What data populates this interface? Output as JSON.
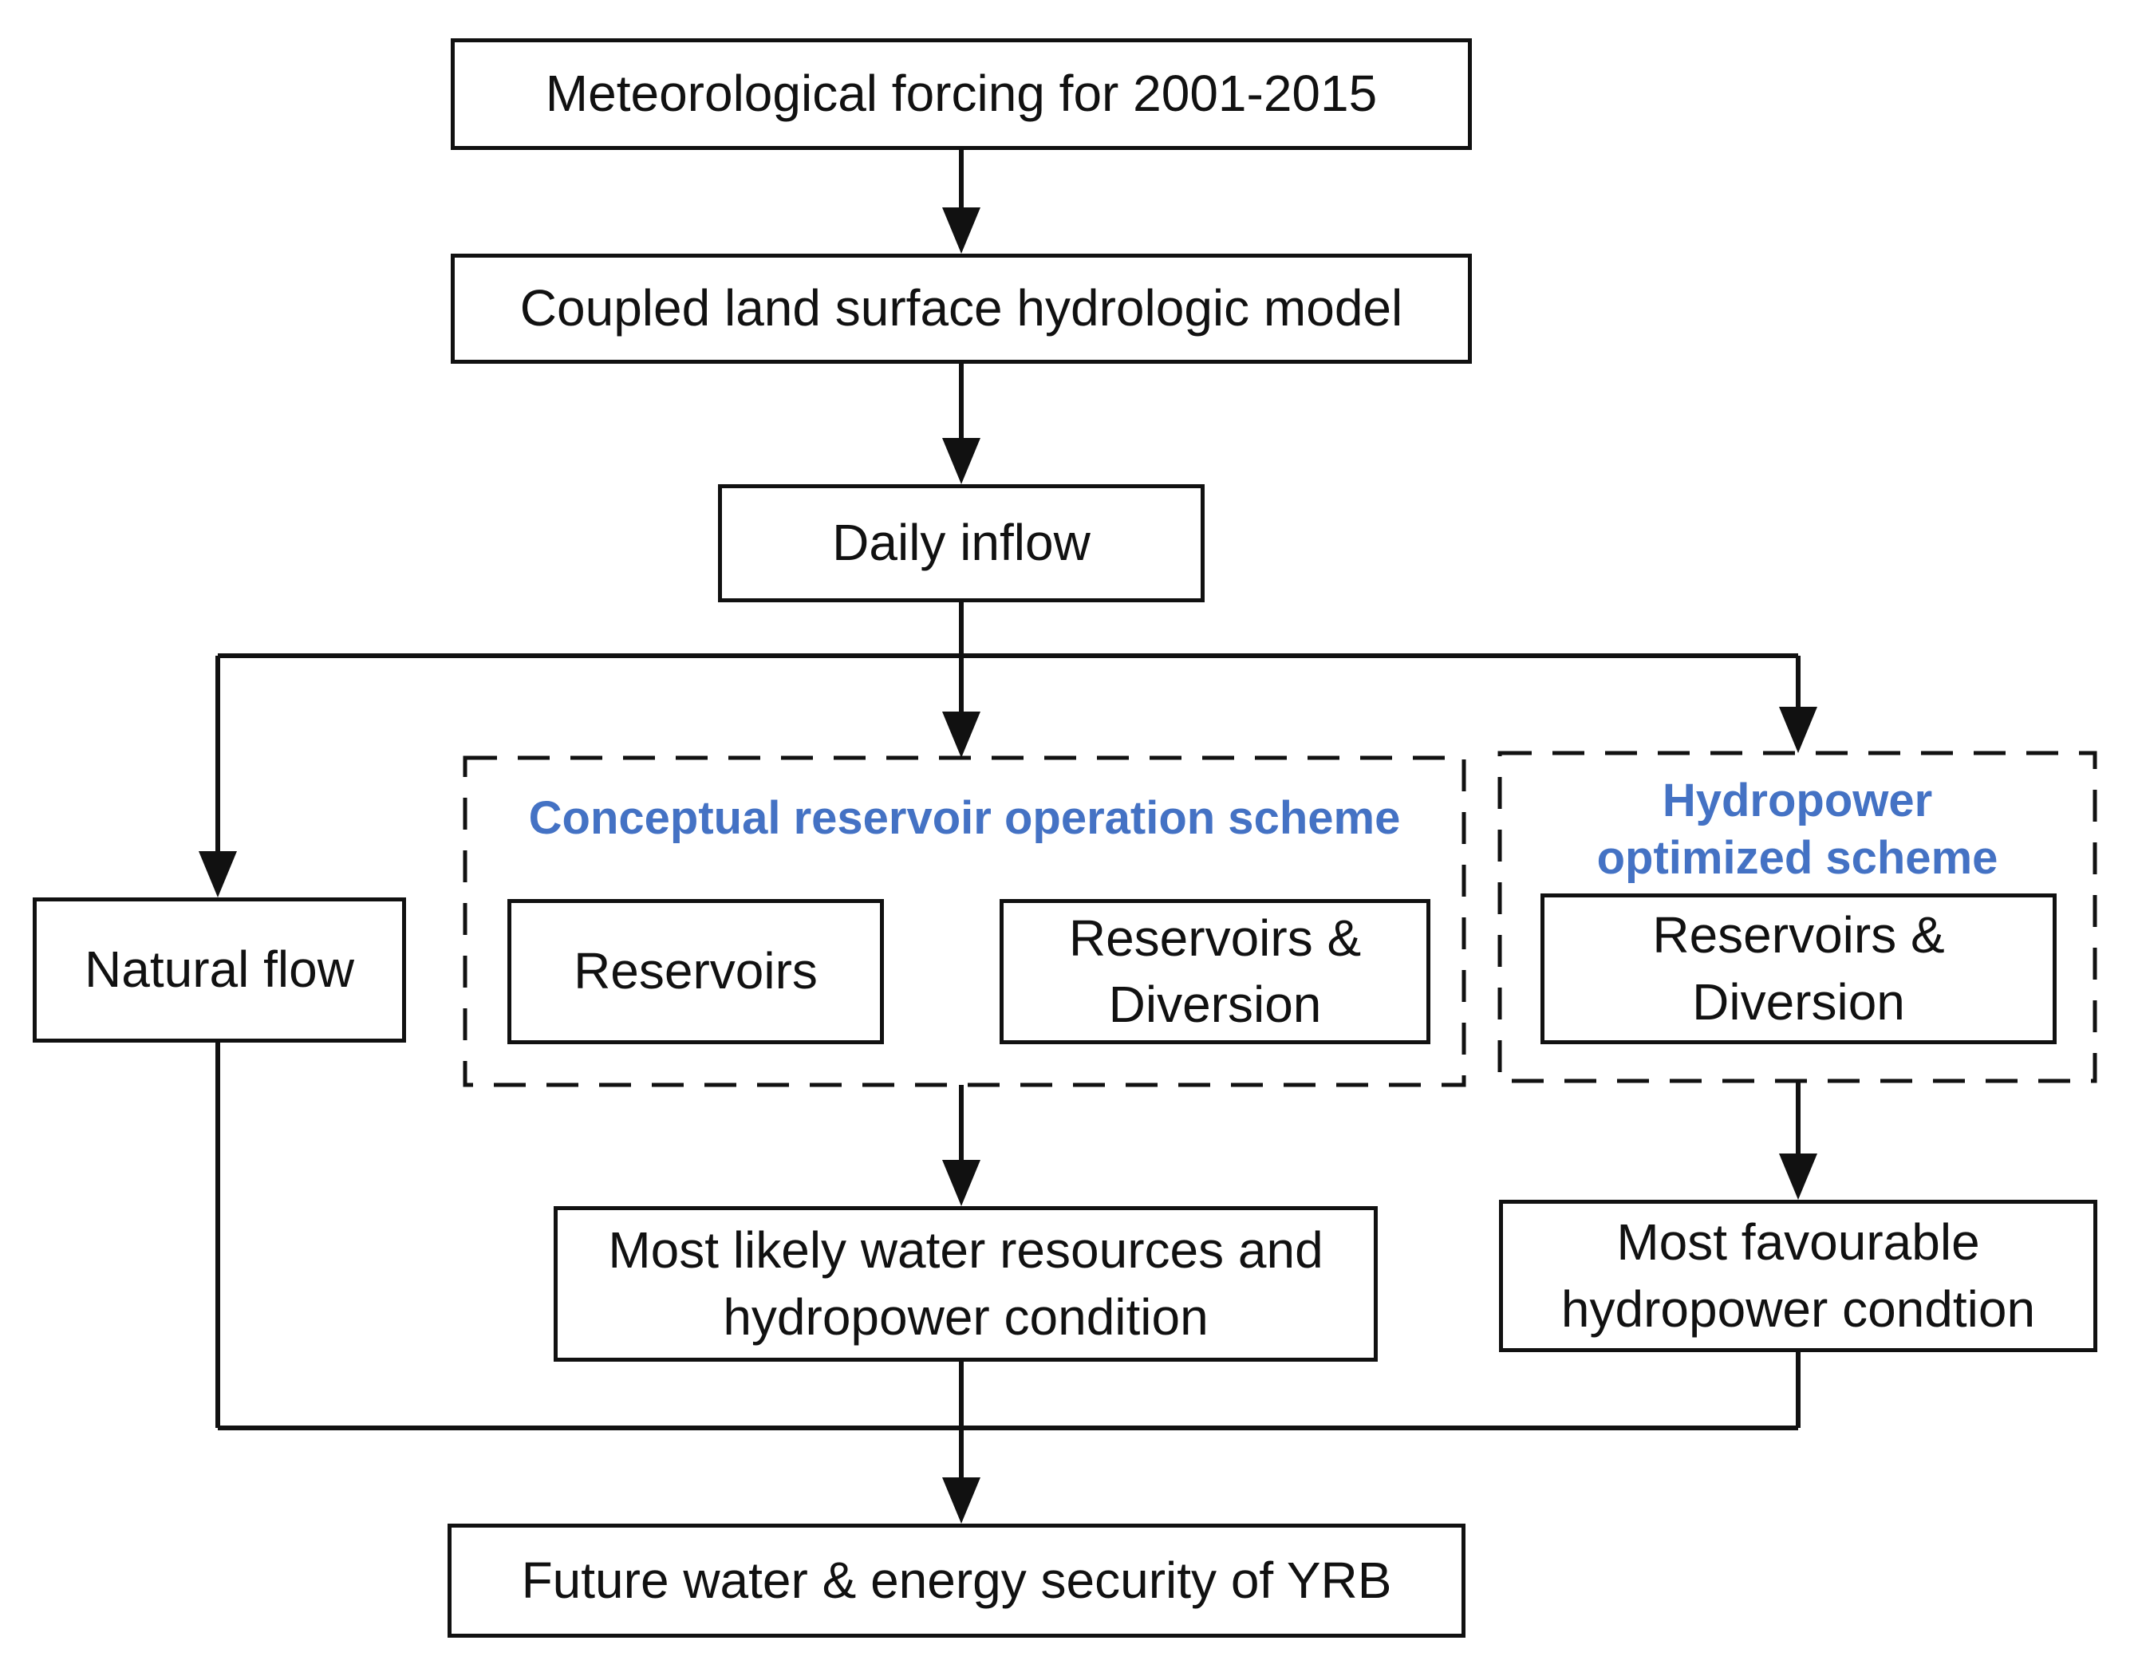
{
  "figure": {
    "type": "flowchart",
    "colors": {
      "accent": "#4472C4",
      "line": "#111111",
      "background": "#ffffff",
      "text": "#111111"
    },
    "nodes": {
      "meteorological": "Meteorological forcing for 2001-2015",
      "hydrologic_model": "Coupled land surface hydrologic model",
      "daily_inflow": "Daily inflow",
      "natural_flow": "Natural flow",
      "conceptual_heading": "Conceptual reservoir operation scheme",
      "reservoirs": "Reservoirs",
      "reservoirs_diversion": "Reservoirs & Diversion",
      "hydropower_heading": "Hydropower optimized scheme",
      "hydropower_reservoirs_diversion": "Reservoirs & Diversion",
      "most_likely": "Most likely water resources and hydropower condition",
      "most_favourable": "Most favourable hydropower condtion",
      "future_security": "Future water & energy security of YRB"
    }
  }
}
